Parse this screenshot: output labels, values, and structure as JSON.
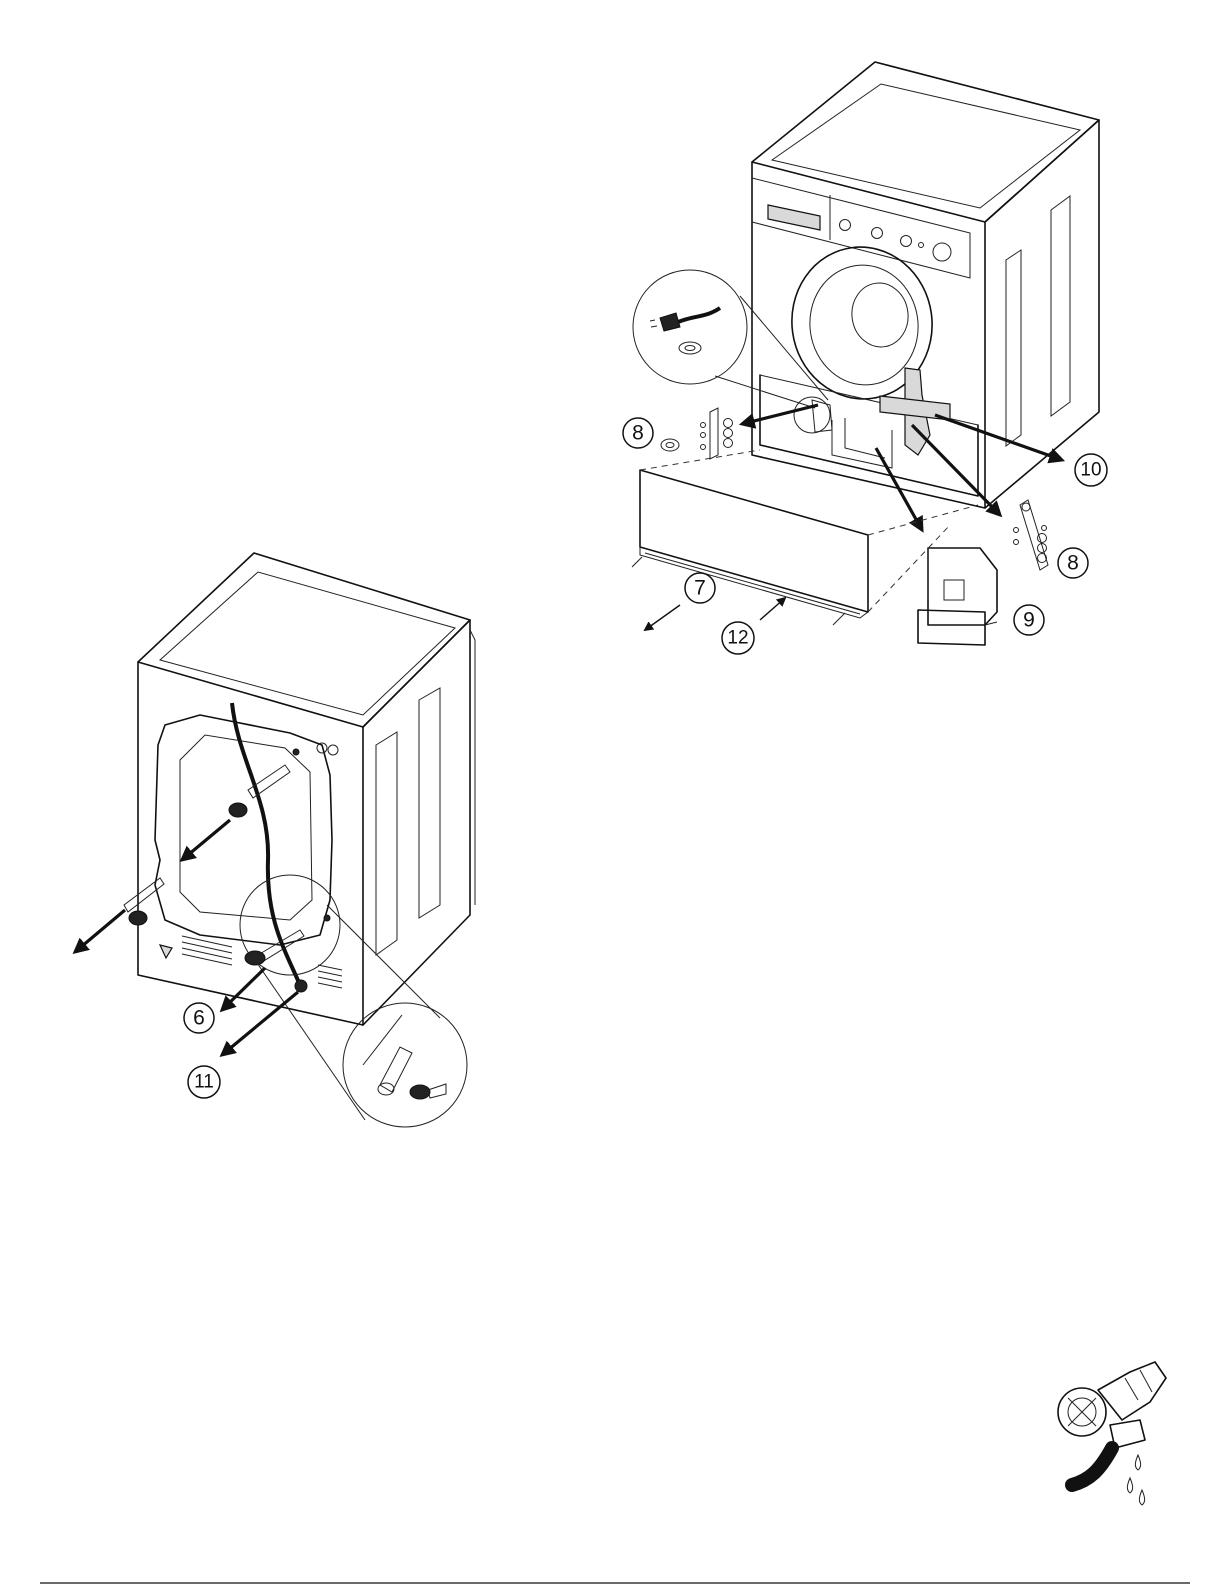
{
  "callouts": [
    {
      "id": "6",
      "label": "6"
    },
    {
      "id": "7",
      "label": "7"
    },
    {
      "id": "8a",
      "label": "8"
    },
    {
      "id": "8b",
      "label": "8"
    },
    {
      "id": "9",
      "label": "9"
    },
    {
      "id": "10",
      "label": "10"
    },
    {
      "id": "11",
      "label": "11"
    },
    {
      "id": "12",
      "label": "12"
    }
  ]
}
